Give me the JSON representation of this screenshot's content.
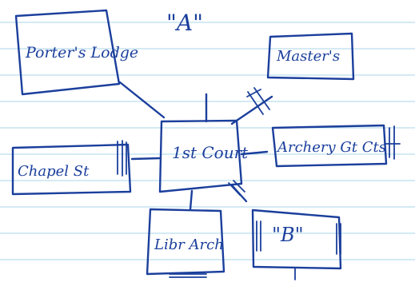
{
  "page_title": "\"A\"",
  "nodes": {
    "center": "1st Court",
    "porters_lodge": "Porter's Lodge",
    "masters": "Master's",
    "archery": "Archery Gt Cts",
    "chapel_st": "Chapel St",
    "library_arch": "Libr Arch",
    "b_court": "\"B\""
  },
  "colors": {
    "ink": "#1b3f9c",
    "paper": "#ffffff",
    "rule_lines": "#a9d6ea"
  }
}
